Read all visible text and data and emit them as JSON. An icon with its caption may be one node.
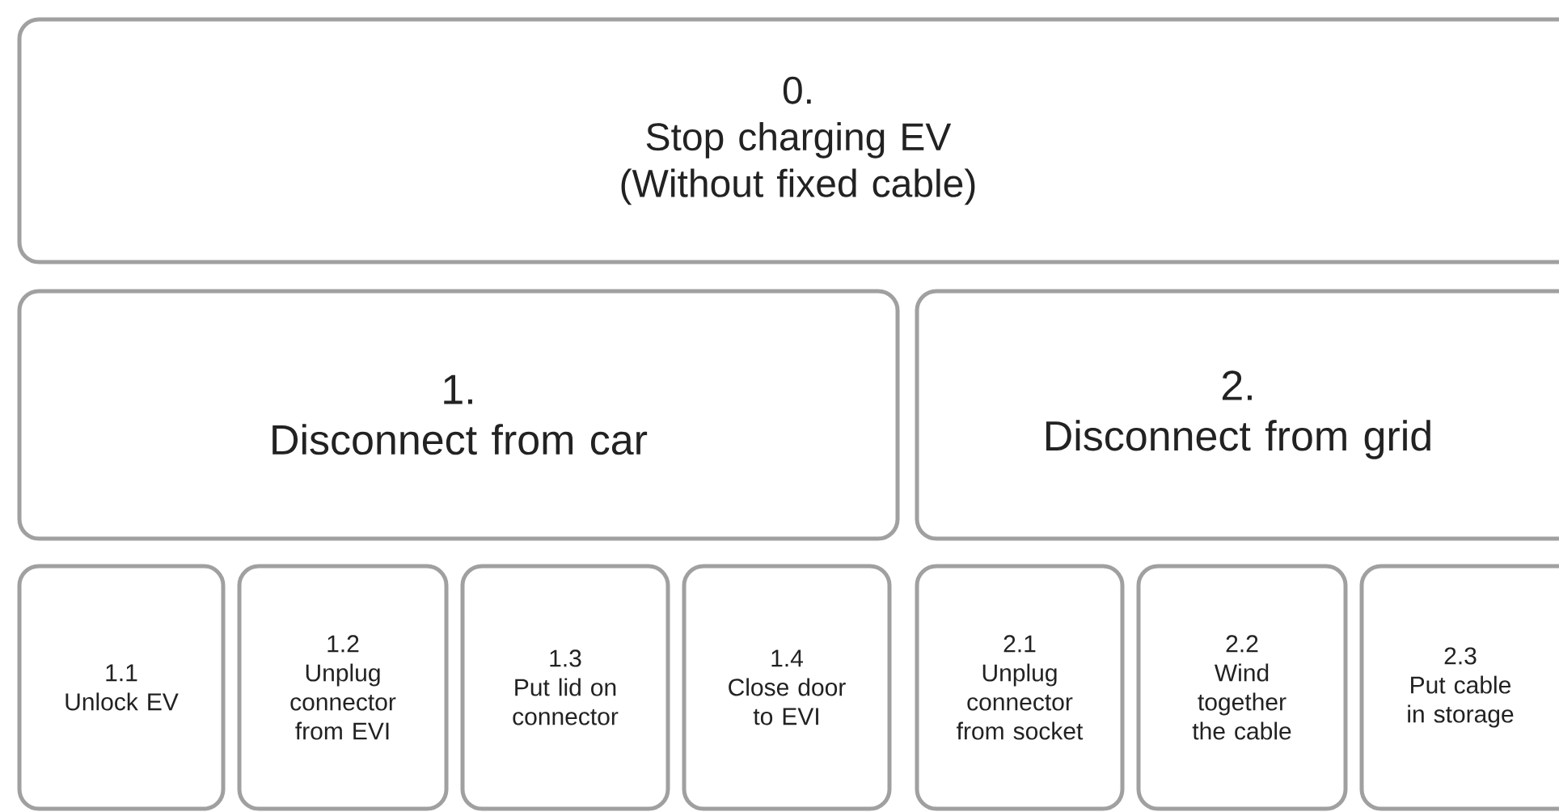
{
  "diagram": {
    "nodes": [
      {
        "text": [
          "0.",
          "Stop charging EV (Without fixed cable)"
        ]
      },
      {
        "text": [
          "1.",
          "Disconnect from car"
        ]
      },
      {
        "text": [
          "2.",
          "Disconnect from grid"
        ]
      },
      {
        "text": [
          "1.1",
          "Unlock EV"
        ]
      },
      {
        "text": [
          "1.2",
          "Unplug connector from EVI"
        ]
      },
      {
        "text": [
          "1.3",
          "Put lid on connector"
        ]
      },
      {
        "text": [
          "1.4",
          "Close door to EVI"
        ]
      },
      {
        "text": [
          "2.1",
          "Unplug connector from socket"
        ]
      },
      {
        "text": [
          "2.2",
          "Wind together the cable"
        ]
      },
      {
        "text": [
          "2.3",
          "Put cable in storage"
        ]
      }
    ]
  }
}
